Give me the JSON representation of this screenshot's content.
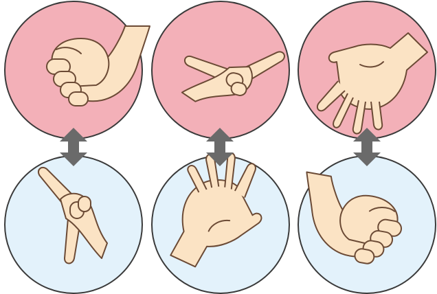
{
  "colors": {
    "top_circle_fill": "#f3b0b8",
    "bottom_circle_fill": "#e3f2fb",
    "circle_stroke": "#3a3a3a",
    "skin": "#fbe3c4",
    "skin_stroke": "#6b4a35",
    "arrow": "#6a6a6a"
  },
  "pairs": [
    {
      "top_gesture": "rock",
      "bottom_gesture": "scissors",
      "arrow": "double-vertical-arrow"
    },
    {
      "top_gesture": "scissors",
      "bottom_gesture": "paper",
      "arrow": "double-vertical-arrow"
    },
    {
      "top_gesture": "paper",
      "bottom_gesture": "rock",
      "arrow": "double-vertical-arrow"
    }
  ]
}
